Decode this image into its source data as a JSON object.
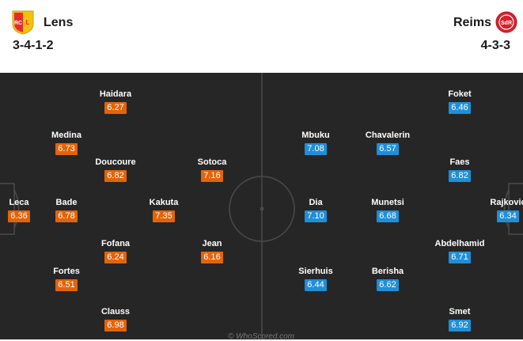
{
  "home": {
    "name": "Lens",
    "formation": "3-4-1-2",
    "badge_color": "#e22d2f",
    "rating_color": "#e2640a",
    "players": [
      {
        "name": "Leca",
        "rating": "6.36"
      },
      {
        "name": "Medina",
        "rating": "6.73"
      },
      {
        "name": "Bade",
        "rating": "6.78"
      },
      {
        "name": "Fortes",
        "rating": "6.51"
      },
      {
        "name": "Haidara",
        "rating": "6.27"
      },
      {
        "name": "Doucoure",
        "rating": "6.82"
      },
      {
        "name": "Fofana",
        "rating": "6.24"
      },
      {
        "name": "Clauss",
        "rating": "6.98"
      },
      {
        "name": "Kakuta",
        "rating": "7.35"
      },
      {
        "name": "Sotoca",
        "rating": "7.16"
      },
      {
        "name": "Jean",
        "rating": "6.16"
      }
    ]
  },
  "away": {
    "name": "Reims",
    "formation": "4-3-3",
    "badge_color": "#d9202a",
    "rating_color": "#1f8fd6",
    "players": [
      {
        "name": "Rajkovic",
        "rating": "6.34"
      },
      {
        "name": "Foket",
        "rating": "6.46"
      },
      {
        "name": "Faes",
        "rating": "6.82"
      },
      {
        "name": "Abdelhamid",
        "rating": "6.71"
      },
      {
        "name": "Smet",
        "rating": "6.92"
      },
      {
        "name": "Chavalerin",
        "rating": "6.57"
      },
      {
        "name": "Munetsi",
        "rating": "6.68"
      },
      {
        "name": "Berisha",
        "rating": "6.62"
      },
      {
        "name": "Mbuku",
        "rating": "7.08"
      },
      {
        "name": "Dia",
        "rating": "7.10"
      },
      {
        "name": "Sierhuis",
        "rating": "6.44"
      }
    ]
  },
  "watermark": "© WhoScored.com",
  "pitch_color": "#262626"
}
